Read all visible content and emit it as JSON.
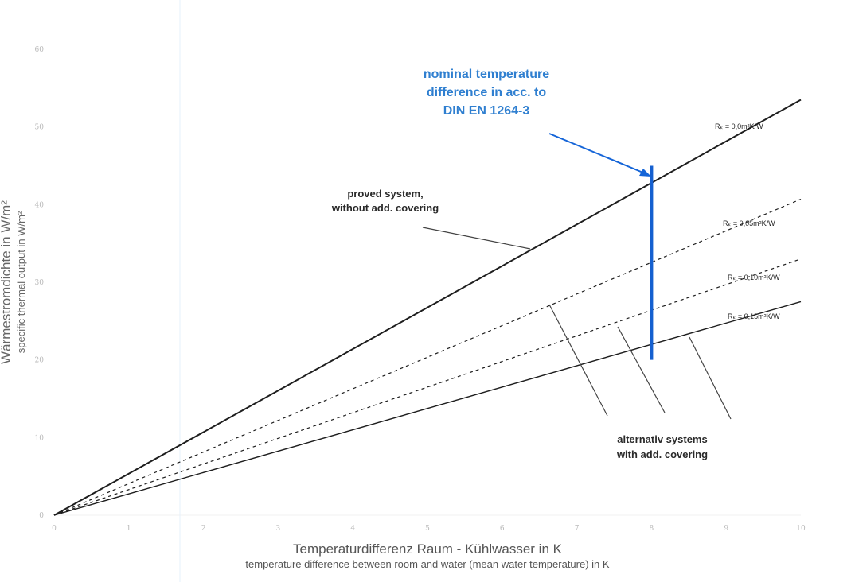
{
  "chart_data": {
    "type": "line",
    "xlim": [
      0,
      10
    ],
    "ylim": [
      0,
      60
    ],
    "x_ticks": [
      "0",
      "1",
      "2",
      "3",
      "4",
      "5",
      "6",
      "7",
      "8",
      "9",
      "10"
    ],
    "y_ticks": [
      "0",
      "10",
      "20",
      "30",
      "40",
      "50",
      "60"
    ],
    "xlabel": "Temperaturdifferenz Raum - Kühlwasser in K",
    "xlabel_sub": "temperature difference between room and water (mean water temperature) in K",
    "ylabel": "Wärmestromdichte in W/m²",
    "ylabel_sub": "specific thermal output in W/m²",
    "grid": false,
    "series": [
      {
        "name": "Rₖ = 0,0m²K/W",
        "style": "solid",
        "x": [
          0,
          10
        ],
        "y": [
          0,
          53.5
        ]
      },
      {
        "name": "Rₖ = 0,05m²K/W",
        "style": "dashed",
        "x": [
          0,
          10
        ],
        "y": [
          0,
          40.7
        ]
      },
      {
        "name": "Rₖ = 0,10m²K/W",
        "style": "dashed",
        "x": [
          0,
          10
        ],
        "y": [
          0,
          33
        ]
      },
      {
        "name": "Rₖ = 0,15m²K/W",
        "style": "solid",
        "x": [
          0,
          10
        ],
        "y": [
          0,
          27.5
        ]
      }
    ],
    "nominal_marker": {
      "x": 8,
      "y_range": [
        20,
        45
      ],
      "color": "#1560d0"
    },
    "annotations": {
      "proved": [
        "proved system,",
        "without add. covering"
      ],
      "alternativ": [
        "alternativ systems",
        "with add. covering"
      ],
      "nominal": [
        "nominal temperature",
        "difference in acc. to",
        "DIN EN 1264-3"
      ]
    }
  }
}
